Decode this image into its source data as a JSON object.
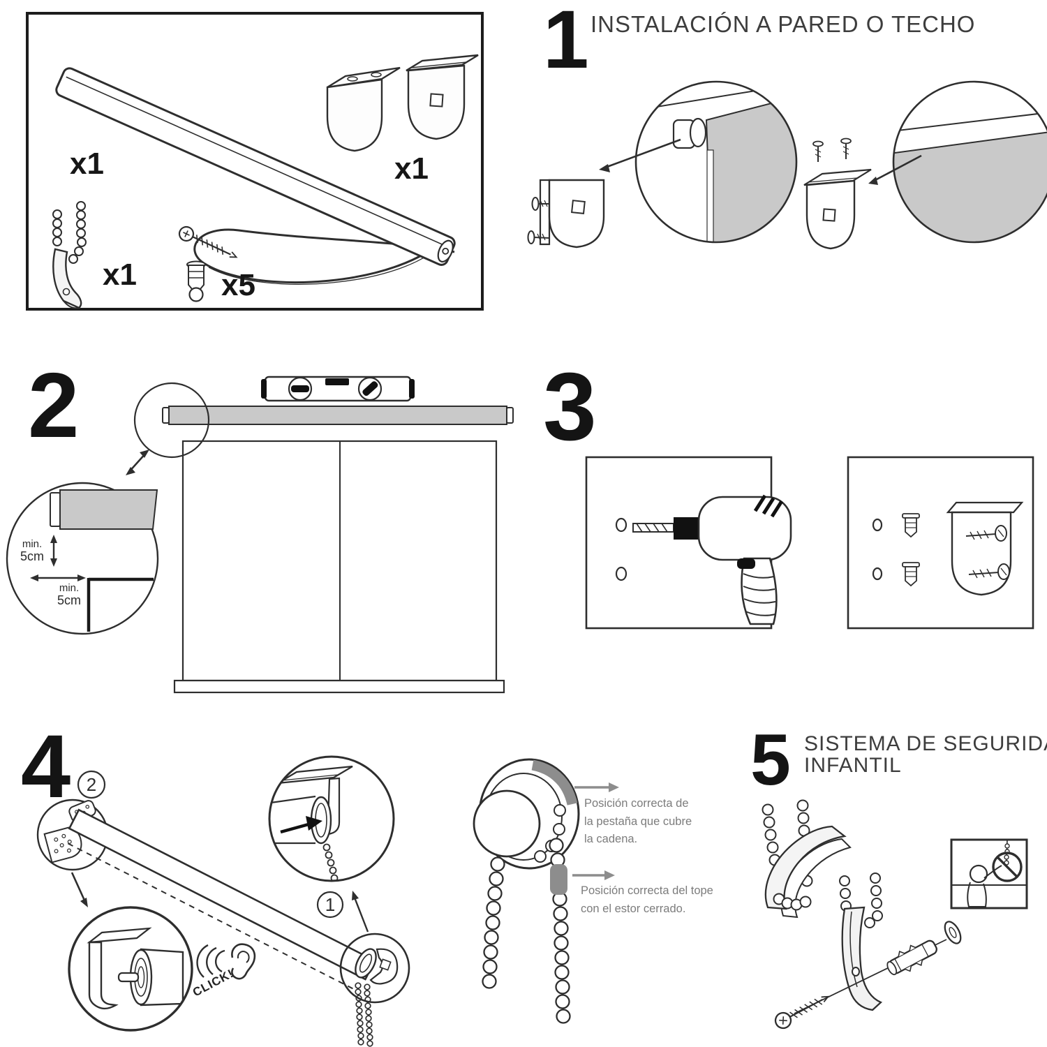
{
  "colors": {
    "line": "#2e2e2e",
    "fabric_gray": "#c9c9c9",
    "dark_gray": "#8d8d8d",
    "note_text_gray": "#7c7c7c"
  },
  "parts_box": {
    "roller_qty": "x1",
    "bracket_qty": "x1",
    "safety_clip_qty": "x1",
    "screws_qty": "x5"
  },
  "step1": {
    "number": "1",
    "title": "INSTALACIÓN A PARED O TECHO"
  },
  "step2": {
    "number": "2",
    "vertical_min": "min.",
    "vertical_cm": "5cm",
    "horizontal_min": "min.",
    "horizontal_cm": "5cm"
  },
  "step3": {
    "number": "3"
  },
  "step4": {
    "number": "4",
    "marker_1": "1",
    "marker_2": "2",
    "click_label": "CLICK!"
  },
  "chain_detail": {
    "note_flap": {
      "line1": "Posición correcta de",
      "line2": "la pestaña que cubre",
      "line3": "la cadena."
    },
    "note_stop": {
      "line1": "Posición correcta del tope",
      "line2": "con el estor cerrado."
    }
  },
  "step5": {
    "number": "5",
    "title_line1": "SISTEMA DE SEGURIDAD",
    "title_line2": "INFANTIL"
  }
}
